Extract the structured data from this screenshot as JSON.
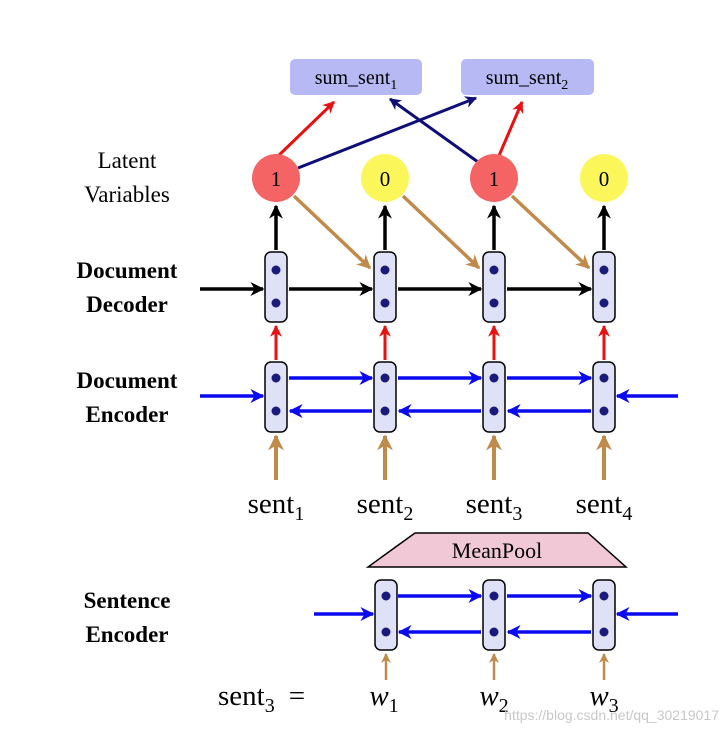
{
  "summary_boxes": [
    {
      "base": "sum_sent",
      "sub": "1"
    },
    {
      "base": "sum_sent",
      "sub": "2"
    }
  ],
  "latent_label": {
    "line1": "Latent",
    "line2": "Variables"
  },
  "latent_values": [
    "1",
    "0",
    "1",
    "0"
  ],
  "row_labels": {
    "decoder": {
      "line1": "Document",
      "line2": "Decoder"
    },
    "encoder": {
      "line1": "Document",
      "line2": "Encoder"
    },
    "sentence_encoder": {
      "line1": "Sentence",
      "line2": "Encoder"
    }
  },
  "sentences": [
    {
      "base": "sent",
      "sub": "1"
    },
    {
      "base": "sent",
      "sub": "2"
    },
    {
      "base": "sent",
      "sub": "3"
    },
    {
      "base": "sent",
      "sub": "4"
    }
  ],
  "pool_label": "MeanPool",
  "equation": {
    "base": "sent",
    "sub": "3",
    "op": "="
  },
  "words": [
    {
      "base": "w",
      "sub": "1"
    },
    {
      "base": "w",
      "sub": "2"
    },
    {
      "base": "w",
      "sub": "3"
    }
  ],
  "watermark": "https://blog.csdn.net/qq_30219017",
  "colors": {
    "selected_node": "#f46464",
    "unselected_node": "#fbf65a",
    "summary_box": "#b7b9f4",
    "cell_fill": "#dfe1f7",
    "cell_dot": "#1a1a7a",
    "encoder_arrow": "#0a0af0",
    "decoder_arrow": "#000000",
    "input_arrow": "#c08a4a",
    "selection_arrow": "#e81010",
    "cross_arrow": "#0e0e78",
    "pool_fill": "#f0c8d6"
  }
}
